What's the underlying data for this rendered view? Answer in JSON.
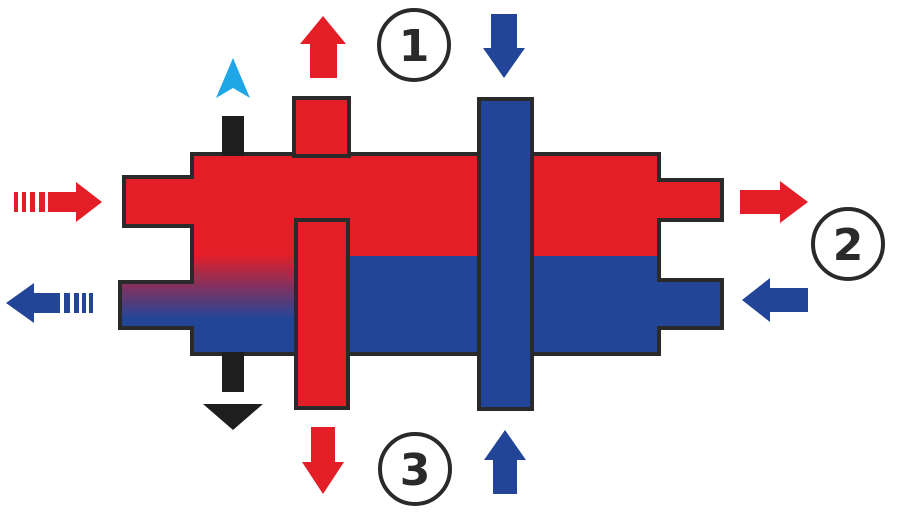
{
  "colors": {
    "hot": "#e41e26",
    "cold": "#234597",
    "outline": "#2a2a2a",
    "drain": "#1e1e1e",
    "air_vent": "#1ea6e6",
    "background": "#ffffff"
  },
  "callouts": [
    {
      "id": "1",
      "label": "1"
    },
    {
      "id": "2",
      "label": "2"
    },
    {
      "id": "3",
      "label": "3"
    }
  ],
  "icons": {
    "air_vent": "air-vent-arrow-icon",
    "drain": "drain-arrow-icon"
  }
}
